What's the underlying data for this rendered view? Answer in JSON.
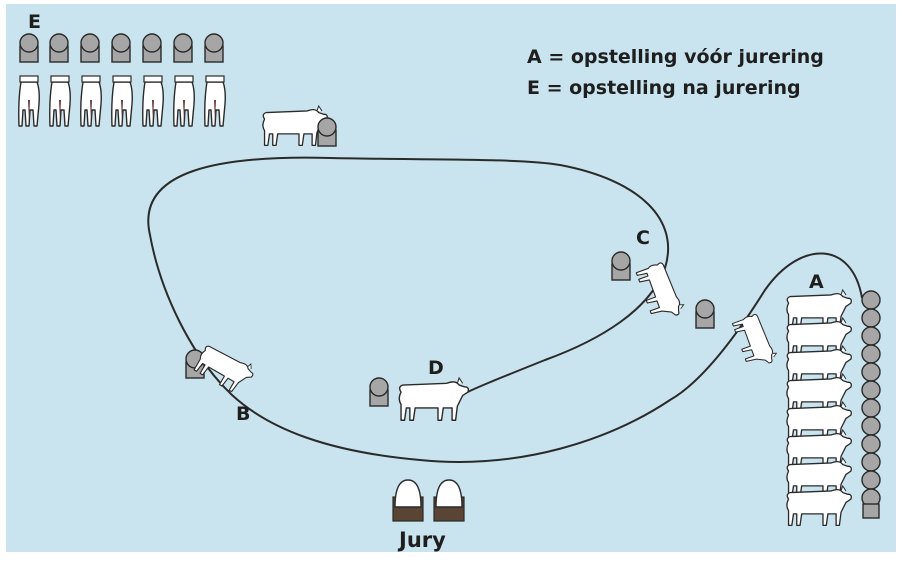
{
  "legend": {
    "a_line": "A = opstelling vóór jurering",
    "e_line": "E = opstelling na jurering"
  },
  "labels": {
    "a": "A",
    "b": "B",
    "c": "C",
    "d": "D",
    "e": "E",
    "jury": "Jury"
  },
  "colors": {
    "background": "#c9e4ee",
    "frame": "#ffffff",
    "line": "#2a2a2a",
    "person": "#a6a6a6",
    "animal": "#ffffff",
    "jury_body": "#5a4535"
  },
  "counts": {
    "queue_a_animals": 8,
    "row_e_animals": 7,
    "jury_members": 2
  },
  "icons": [
    "person-icon",
    "animal-icon",
    "handler-icon",
    "jury-member-icon"
  ]
}
